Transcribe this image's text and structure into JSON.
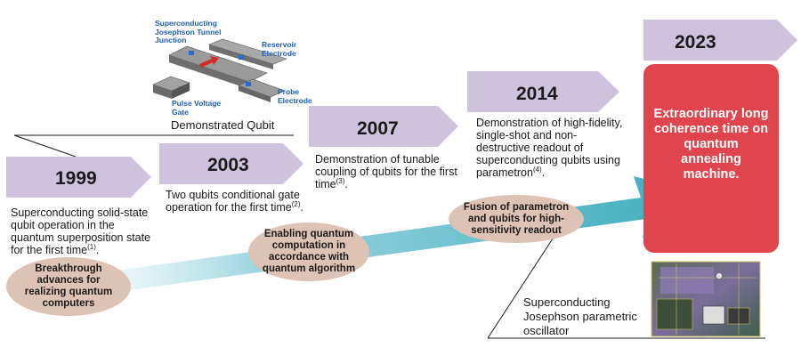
{
  "milestones": [
    {
      "year": "1999",
      "desc_main": "Superconducting solid-state qubit operation in the quantum superposition state for the first time",
      "ref": "(1)",
      "tail": "."
    },
    {
      "year": "2003",
      "desc_main": "Two qubits conditional gate operation for the first time",
      "ref": "(2)",
      "tail": "."
    },
    {
      "year": "2007",
      "desc_main": "Demonstration of tunable coupling of qubits for the first time",
      "ref": "(3)",
      "tail": "."
    },
    {
      "year": "2014",
      "desc_main": "Demonstration of high-fidelity, single-shot and non-destructive readout of superconducting qubits using parametron",
      "ref": "(4)",
      "tail": "."
    },
    {
      "year": "2023",
      "desc_main": "Extraordinary long coherence time on quantum annealing machine."
    }
  ],
  "ovals": [
    "Breakthrough advances for realizing quantum computers",
    "Enabling quantum computation in accordance with quantum algorithm",
    "Fusion of parametron and qubits for high-sensitivity readout"
  ],
  "qubit_figure": {
    "caption": "Demonstrated Qubit",
    "labels": {
      "junction": "Superconducting Josephson Tunnel Junction",
      "reservoir": "Reservoir Electrode",
      "probe": "Probe Electrode",
      "pulse": "Pulse Voltage Gate"
    }
  },
  "oscillator_caption": "Superconducting Josephson parametric oscillator",
  "colors": {
    "year_arrow": "#cfc2dd",
    "oval_fill": "#dcc3b6",
    "final_box": "#e0454e",
    "trend_arrow": "#59b6c6",
    "label_blue": "#1f5fbf"
  }
}
